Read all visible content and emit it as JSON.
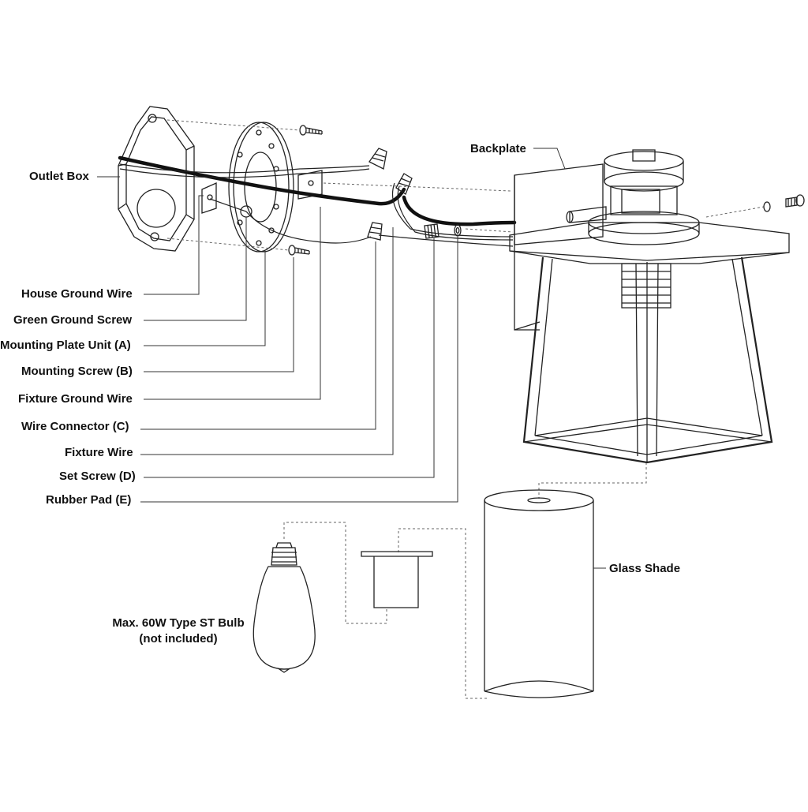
{
  "labels": {
    "outlet_box": "Outlet Box",
    "backplate": "Backplate",
    "house_ground_wire": "House Ground Wire",
    "green_ground_screw": "Green Ground Screw",
    "mounting_plate_unit": "Mounting Plate Unit (A)",
    "mounting_screw": "Mounting Screw (B)",
    "fixture_ground_wire": "Fixture Ground Wire",
    "wire_connector": "Wire Connector (C)",
    "fixture_wire": "Fixture Wire",
    "set_screw": "Set Screw (D)",
    "rubber_pad": "Rubber Pad (E)",
    "glass_shade": "Glass Shade",
    "bulb_line1": "Max. 60W Type ST Bulb",
    "bulb_line2": "(not included)"
  }
}
